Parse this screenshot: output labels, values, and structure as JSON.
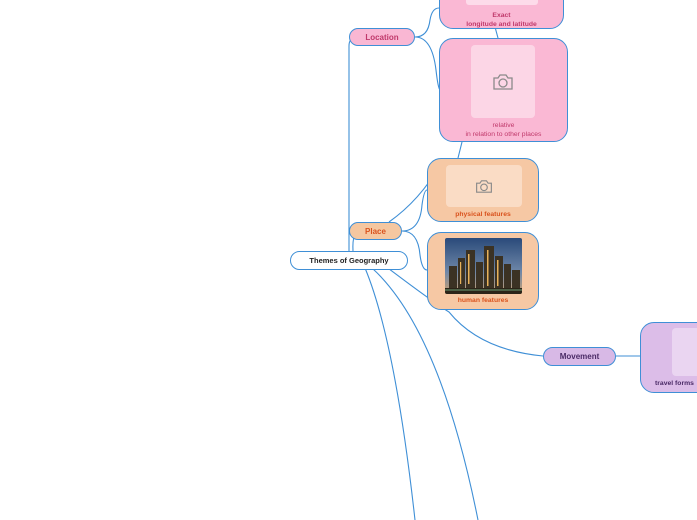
{
  "root": {
    "label": "Themes of Geography"
  },
  "location": {
    "label": "Location",
    "children": [
      {
        "label_line1": "Exact",
        "label_line2": "longitude and latitude"
      },
      {
        "label_line1": "relative",
        "label_line2": "in relation to other places"
      }
    ]
  },
  "place": {
    "label": "Place",
    "children": [
      {
        "label": "physical features"
      },
      {
        "label": "human features"
      }
    ]
  },
  "movement": {
    "label": "Movement",
    "children": [
      {
        "label": "travel forms"
      }
    ]
  },
  "colors": {
    "connector": "#3f8fd6",
    "location_fill": "#fab8d4",
    "location_text": "#c0396b",
    "place_fill": "#f6c8a4",
    "place_text": "#d9531e",
    "movement_fill": "#dcbde8",
    "movement_text": "#4a2a66"
  },
  "icons": {
    "image_placeholder": "camera-icon"
  }
}
